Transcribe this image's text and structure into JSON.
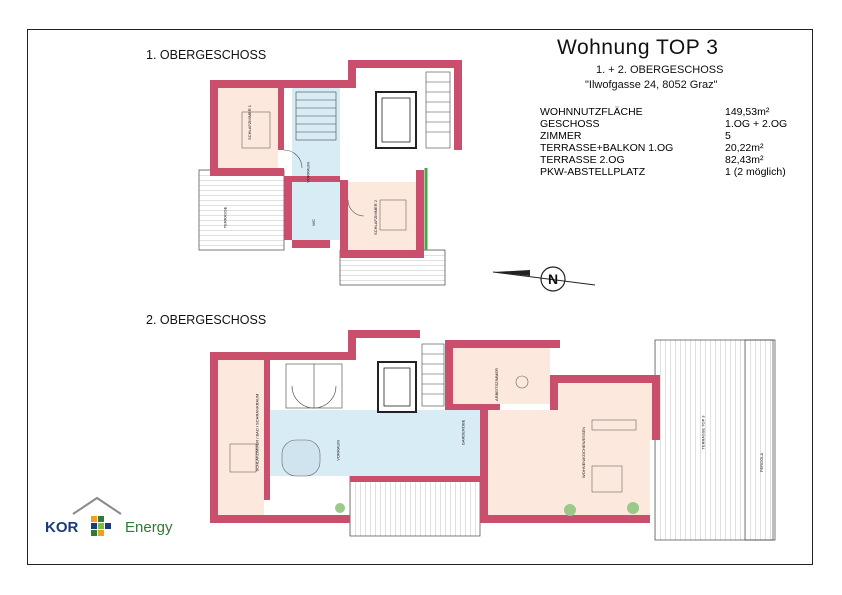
{
  "title": "Wohnung  TOP 3",
  "subtitle": "1. + 2. OBERGESCHOSS",
  "address": "\"Ilwofgasse 24, 8052 Graz\"",
  "floors": {
    "og1": "1. OBERGESCHOSS",
    "og2": "2. OBERGESCHOSS"
  },
  "specs": [
    {
      "label": "WOHNNUTZFLÄCHE",
      "value": "149,53m²"
    },
    {
      "label": "GESCHOSS",
      "value": "1.OG + 2.OG"
    },
    {
      "label": "ZIMMER",
      "value": "5"
    },
    {
      "label": "TERRASSE+BALKON 1.OG",
      "value": "20,22m²"
    },
    {
      "label": "TERRASSE 2.OG",
      "value": "82,43m²"
    },
    {
      "label": "PKW-ABSTELLPLATZ",
      "value": "1 (2 möglich)"
    }
  ],
  "north_label": "N",
  "logo": {
    "kor": "KOR",
    "energy": "Energy"
  },
  "colors": {
    "wall_fill": "#c94f6d",
    "room_fill": "#fde8dd",
    "bath_fill": "#d8ecf6",
    "green_line": "#49a548",
    "logo_blue": "#1c3b79",
    "logo_green": "#2f7a34",
    "logo_orange": "#f1a01e"
  },
  "room_labels": {
    "og1_schlaf1": "SCHLAFZIMMER 1",
    "og1_schlaf2": "SCHLAFZIMMER 2",
    "og1_terrasse": "TERRASSE",
    "og1_vorraum": "VORRAUM",
    "og1_wc": "WC",
    "og2_schlaf": "SCHLAFZIMMER / BAD / SCHRANKRAUM",
    "og2_vorraum": "VORRAUM",
    "og2_garderobe": "GARDEROBE",
    "og2_arbeit": "ARBEITSZIMMER",
    "og2_wohnen": "WOHNEN/KOCHEN/ESSEN",
    "og2_terrasse": "TERRASSE TOP 3",
    "og2_pergola": "PERGOLA"
  }
}
